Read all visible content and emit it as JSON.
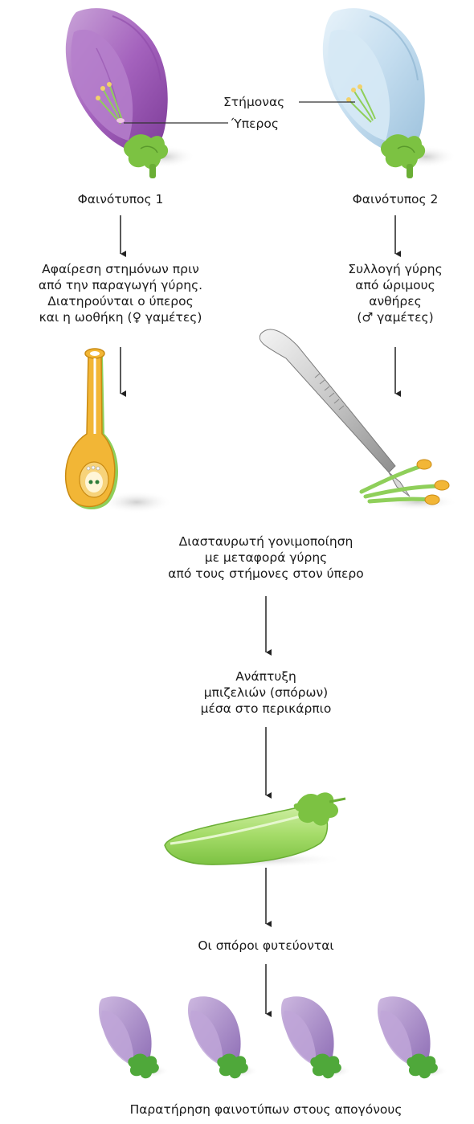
{
  "labels": {
    "stamen": "Στήμονας",
    "pistil": "Ύπερος",
    "phenotype_1": "Φαινότυπος 1",
    "phenotype_2": "Φαινότυπος 2",
    "step_remove_stamens": "Αφαίρεση στημόνων πριν\nαπό την παραγωγή γύρης.\nΔιατηρούνται ο ύπερος\nκαι η ωοθήκη (♀ γαμέτες)",
    "step_collect_pollen": "Συλλογή γύρης\nαπό ώριμους\nανθήρες\n(♂ γαμέτες)",
    "step_cross_pollination": "Διασταυρωτή γονιμοποίηση\nμε μεταφορά γύρης\nαπό τους στήμονες στον ύπερο",
    "step_pea_development": "Ανάπτυξη\nμπιζελιών (σπόρων)\nμέσα στο περικάρπιο",
    "step_seeds_planted": "Οι σπόροι φυτεύονται",
    "step_observe_offspring": "Παρατήρηση φαινοτύπων στους απογόνους"
  },
  "colors": {
    "flower_purple": "#a05cb8",
    "flower_blue": "#c6dff0",
    "sepal_green": "#7cc242",
    "pod_green": "#a6dc6a",
    "ovary_orange": "#f2b636",
    "offspring_purple": "#a98fc9",
    "arrow": "#222222"
  },
  "icons": [
    "purple-flower-icon",
    "blue-flower-icon",
    "pistil-ovary-icon",
    "scalpel-icon",
    "stamens-icon",
    "pea-pod-icon",
    "offspring-flower-icon"
  ]
}
